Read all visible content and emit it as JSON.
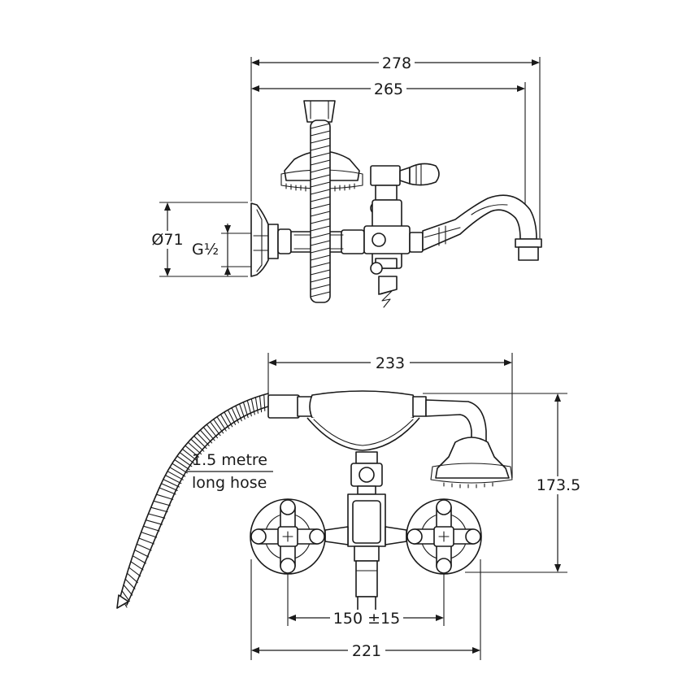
{
  "dimensions": {
    "side_overall_width": "278",
    "side_spout_reach": "265",
    "side_backplate_diameter": "Ø71",
    "side_inlet_thread": "G½",
    "front_handshower_width": "233",
    "front_overall_height": "173.5",
    "front_centres": "150 ±15",
    "front_overall_width": "221"
  },
  "notes": {
    "hose_line1": "1.5 metre",
    "hose_line2": "long hose"
  }
}
